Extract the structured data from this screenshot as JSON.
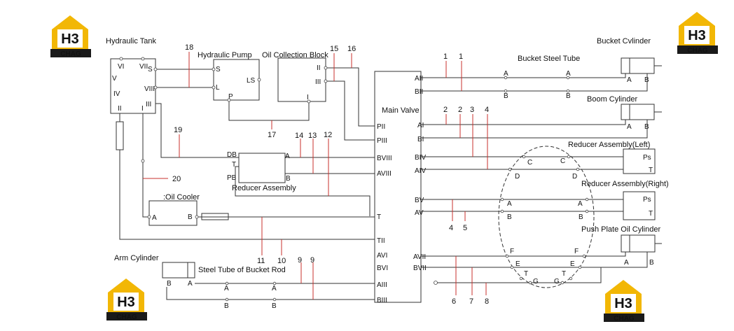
{
  "brand": {
    "logo_big": "H3",
    "logo_small": "CHAG",
    "color_gold": "#f2b705",
    "color_dark": "#1a1a1a"
  },
  "components": {
    "hydraulic_tank": "Hydraulic Tank",
    "hydraulic_pump": "Hydraulic Pump",
    "oil_collection_block": "Oil Collection Block",
    "main_valve": "Main Valve",
    "reducer_assembly": "Reducer Assembly",
    "oil_cooler": ":Oil Cooler",
    "arm_cylinder": "Arm Cylinder",
    "steel_tube_bucket_rod": "Steel Tube of Bucket Rod",
    "bucket_cylinder": "Bucket Cvlinder",
    "bucket_steel_tube": "Bucket Steel Tube",
    "boom_cylinder": "Boom Cylinder",
    "reducer_left": "Reducer Assembly(Left)",
    "reducer_right": "Reducer Assembly(Right)",
    "push_plate_cylinder": "Push Plate Oil Cylinder"
  },
  "tank_ports": [
    "VI",
    "VII",
    "V",
    "IV",
    "VIII",
    "III",
    "II",
    "I",
    "S"
  ],
  "pump_ports": [
    "S",
    "L",
    "LS",
    "P"
  ],
  "block_ports": [
    "II",
    "III",
    "I"
  ],
  "reducer_ports": [
    "DB",
    "T",
    "PB",
    "A",
    "B"
  ],
  "cooler_ports": [
    "A",
    "B"
  ],
  "valve_left_ports": [
    "PII",
    "PIII",
    "BVIII",
    "AVIII",
    "T",
    "TII",
    "AVI",
    "BVI",
    "AIII",
    "BIII"
  ],
  "valve_right_ports": [
    "AII",
    "BII",
    "AI",
    "BI",
    "BIV",
    "AIV",
    "BV",
    "AV",
    "AVII",
    "BVII"
  ],
  "cyl_ports": [
    "A",
    "B"
  ],
  "ps_t": [
    "Ps",
    "T"
  ],
  "numbers": [
    "18",
    "15",
    "16",
    "1",
    "1",
    "2",
    "2",
    "3",
    "4",
    "19",
    "17",
    "14",
    "13",
    "12",
    "20",
    "4",
    "5",
    "11",
    "10",
    "9",
    "9",
    "6",
    "7",
    "8"
  ],
  "tube_letters": [
    "A",
    "A",
    "B",
    "B",
    "C",
    "C",
    "D",
    "D",
    "A",
    "A",
    "B",
    "B",
    "F",
    "F",
    "E",
    "E",
    "T",
    "T",
    "G",
    "G",
    "A",
    "A",
    "B",
    "B"
  ]
}
